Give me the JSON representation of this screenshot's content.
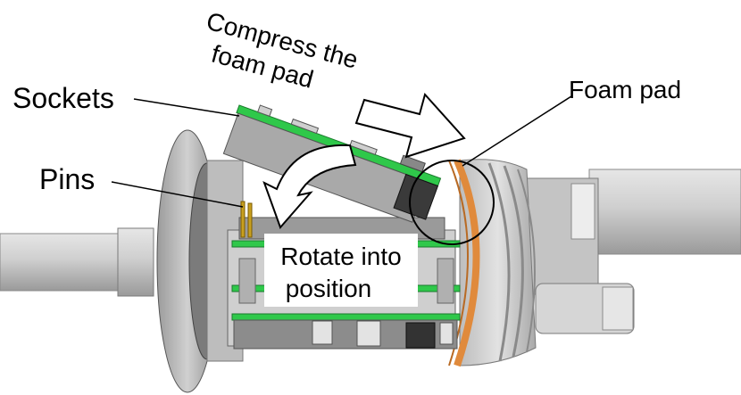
{
  "labels": {
    "sockets": "Sockets",
    "pins": "Pins",
    "foam_pad": "Foam pad",
    "compress_line1": "Compress the",
    "compress_line2": "foam pad",
    "rotate_line1": "Rotate into",
    "rotate_line2": "position"
  },
  "colors": {
    "pcb_green": "#2fc84a",
    "foam_orange": "#e08a3c",
    "metal_light": "#d8d8d8",
    "metal_mid": "#b8b8b8",
    "metal_dark": "#6e6e6e"
  }
}
